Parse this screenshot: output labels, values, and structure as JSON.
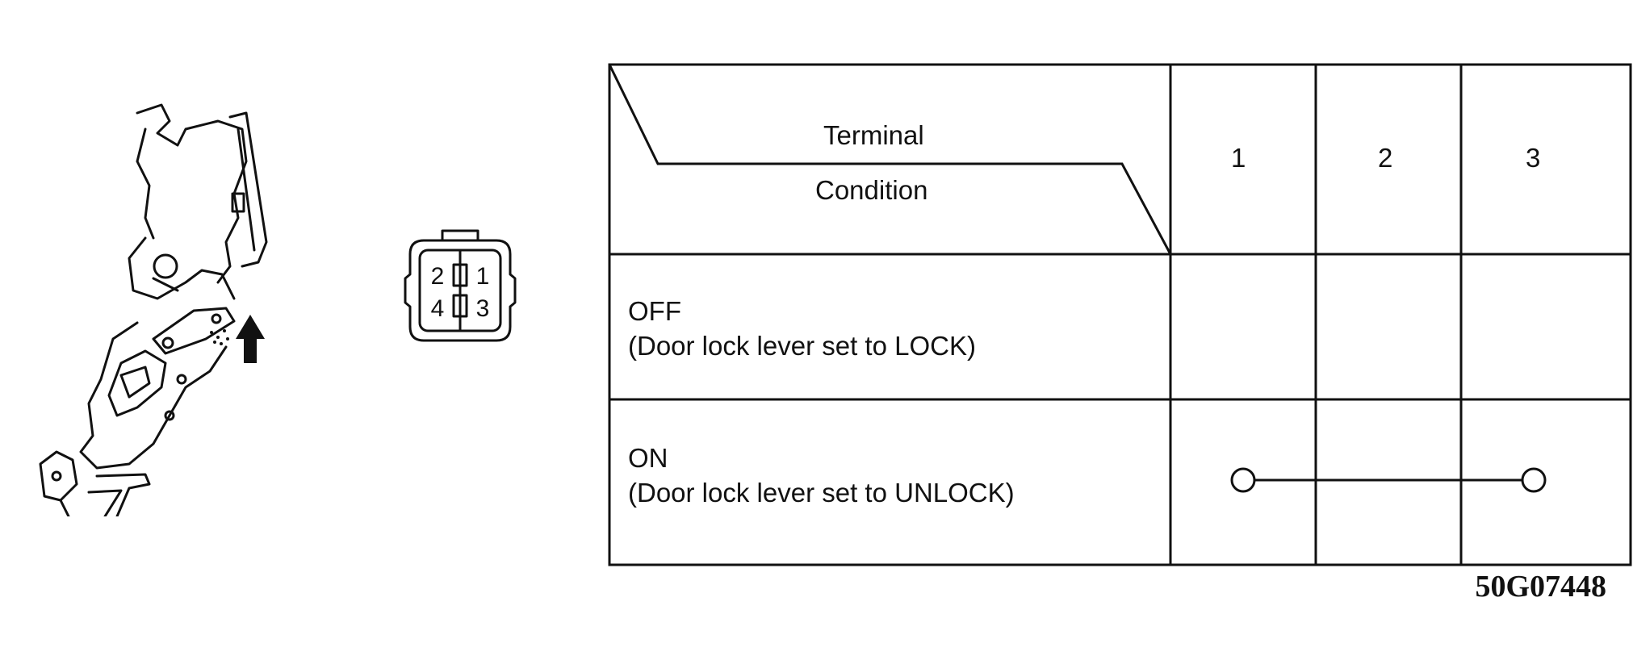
{
  "table": {
    "header": {
      "terminal_label": "Terminal",
      "condition_label": "Condition",
      "terminals": [
        "1",
        "2",
        "3"
      ]
    },
    "rows": [
      {
        "state": "OFF",
        "description": "(Door lock lever set to LOCK)",
        "continuity": []
      },
      {
        "state": "ON",
        "description": "(Door lock lever set to UNLOCK)",
        "continuity": [
          "1",
          "3"
        ]
      }
    ]
  },
  "connector": {
    "pins": [
      "2",
      "1",
      "4",
      "3"
    ]
  },
  "figure_code": "50G07448",
  "illustration": {
    "icon": "door-lock-assembly-icon"
  }
}
